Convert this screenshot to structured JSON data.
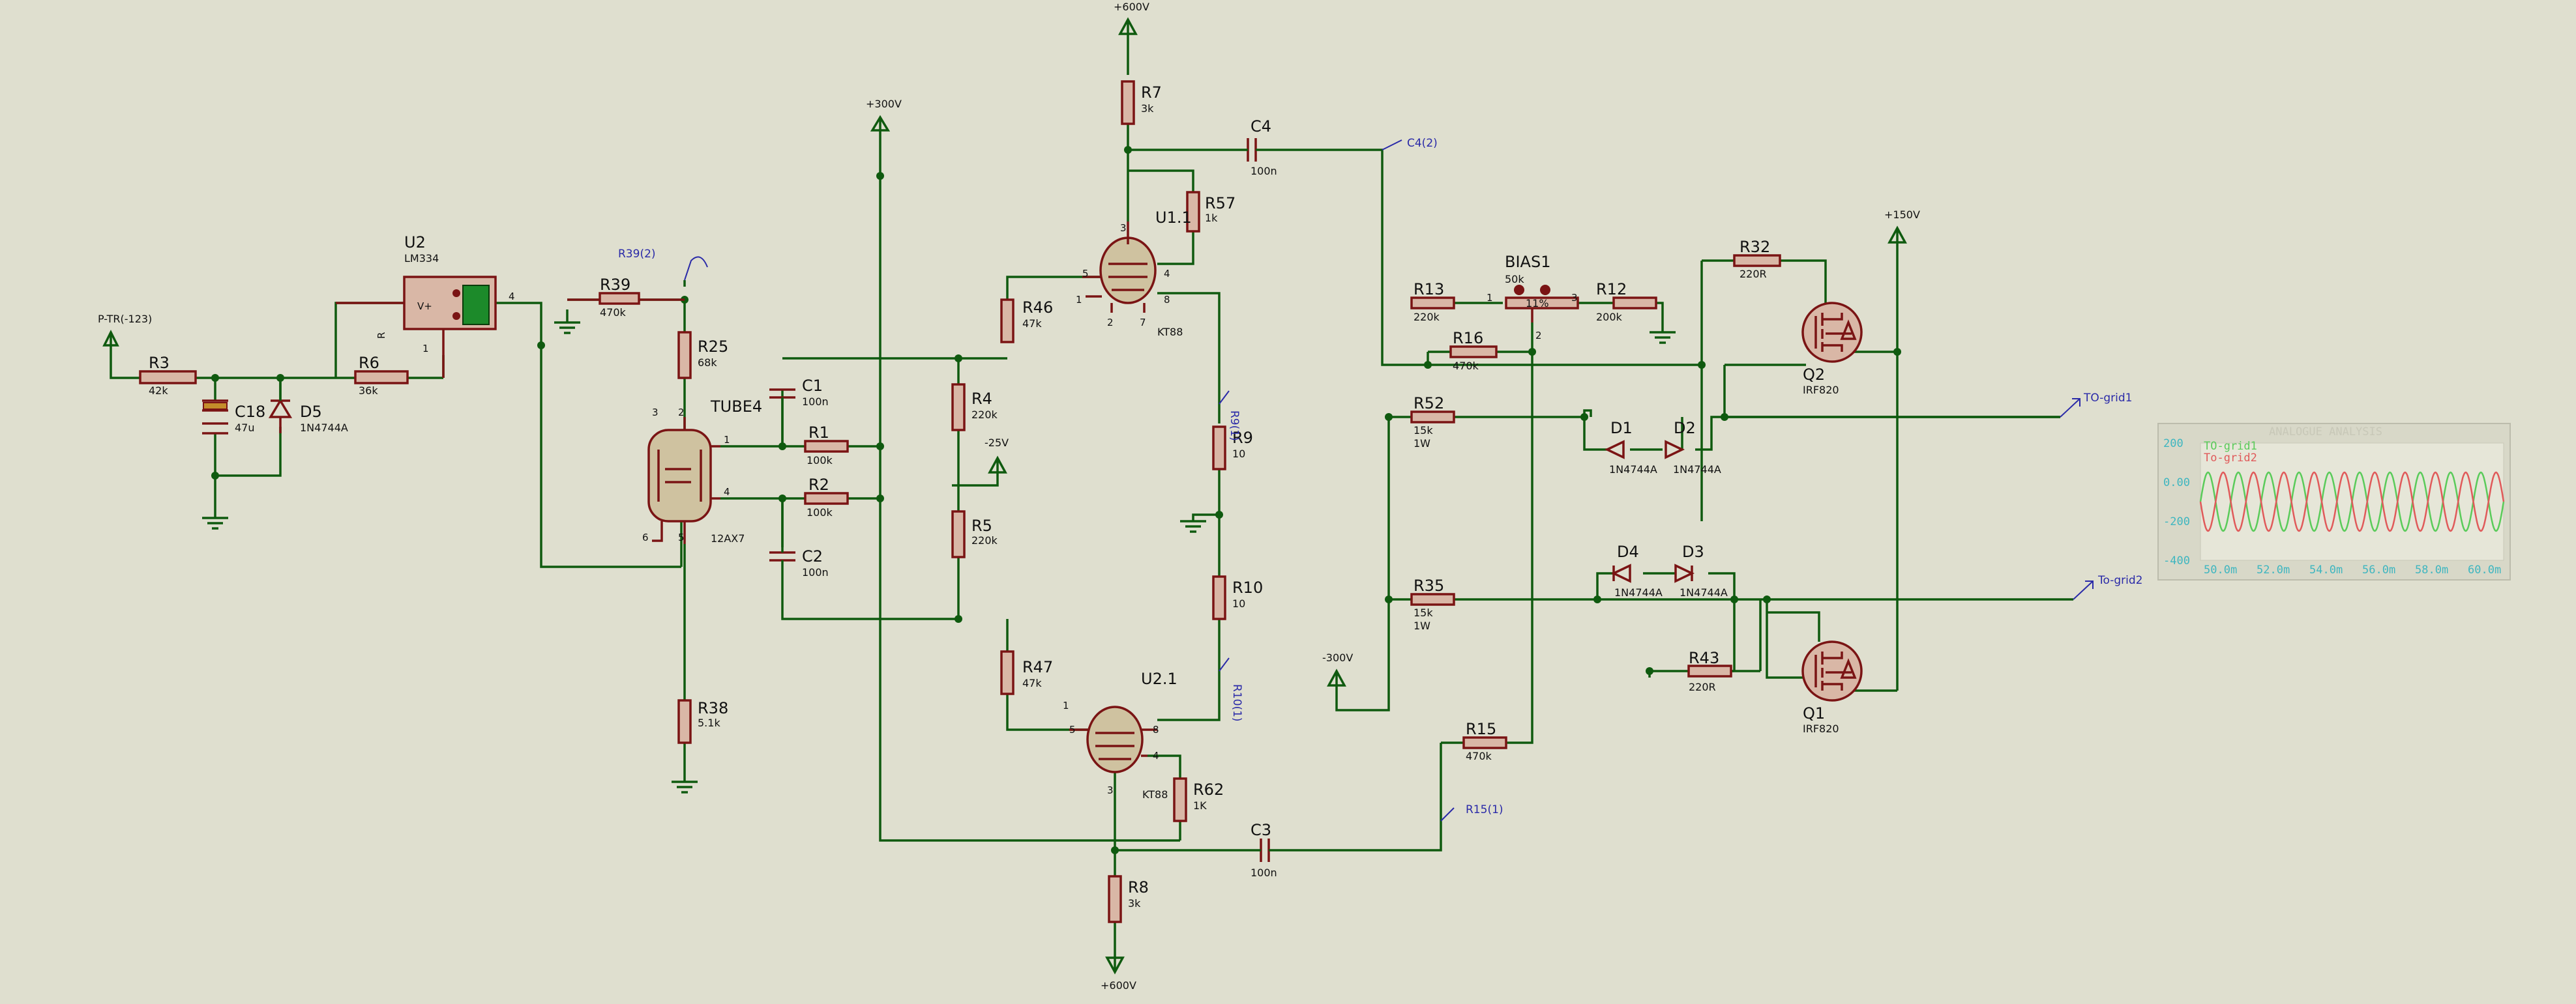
{
  "colors": {
    "background": "#dfdfcf",
    "wire": "#0f5a0f",
    "component": "#7a1414",
    "component_fill": "#d9b7a6",
    "probe": "#2a2aa8",
    "trace1": "#5acb5a",
    "trace2": "#e05a5a",
    "axis_text": "#3fb6c0"
  },
  "components": {
    "R3": {
      "ref": "R3",
      "value": "42k"
    },
    "R6": {
      "ref": "R6",
      "value": "36k"
    },
    "C18": {
      "ref": "C18",
      "value": "47u"
    },
    "D5": {
      "ref": "D5",
      "value": "1N4744A"
    },
    "U2": {
      "ref": "U2",
      "value": "LM334"
    },
    "R39": {
      "ref": "R39",
      "value": "470k"
    },
    "R25": {
      "ref": "R25",
      "value": "68k"
    },
    "R38": {
      "ref": "R38",
      "value": "5.1k"
    },
    "TUBE4": {
      "ref": "TUBE4",
      "value": "12AX7"
    },
    "C1": {
      "ref": "C1",
      "value": "100n"
    },
    "C2": {
      "ref": "C2",
      "value": "100n"
    },
    "R1": {
      "ref": "R1",
      "value": "100k"
    },
    "R2": {
      "ref": "R2",
      "value": "100k"
    },
    "R4": {
      "ref": "R4",
      "value": "220k"
    },
    "R5": {
      "ref": "R5",
      "value": "220k"
    },
    "R46": {
      "ref": "R46",
      "value": "47k"
    },
    "R47": {
      "ref": "R47",
      "value": "47k"
    },
    "R7": {
      "ref": "R7",
      "value": "3k"
    },
    "R8": {
      "ref": "R8",
      "value": "3k"
    },
    "R57": {
      "ref": "R57",
      "value": "1k"
    },
    "R62": {
      "ref": "R62",
      "value": "1K"
    },
    "R9": {
      "ref": "R9",
      "value": "10"
    },
    "R10": {
      "ref": "R10",
      "value": "10"
    },
    "U1": {
      "ref": "U1.1",
      "value": "KT88"
    },
    "U2b": {
      "ref": "U2.1",
      "value": "KT88"
    },
    "C4": {
      "ref": "C4",
      "value": "100n"
    },
    "C3": {
      "ref": "C3",
      "value": "100n"
    },
    "R13": {
      "ref": "R13",
      "value": "220k"
    },
    "R16": {
      "ref": "R16",
      "value": "470k"
    },
    "BIAS1": {
      "ref": "BIAS1",
      "value": "50k",
      "knob": "11%"
    },
    "R12": {
      "ref": "R12",
      "value": "200k"
    },
    "R52": {
      "ref": "R52",
      "value": "15k",
      "power": "1W"
    },
    "R35": {
      "ref": "R35",
      "value": "15k",
      "power": "1W"
    },
    "R15": {
      "ref": "R15",
      "value": "470k"
    },
    "D1": {
      "ref": "D1",
      "value": "1N4744A"
    },
    "D2": {
      "ref": "D2",
      "value": "1N4744A"
    },
    "D3": {
      "ref": "D3",
      "value": "1N4744A"
    },
    "D4": {
      "ref": "D4",
      "value": "1N4744A"
    },
    "R32": {
      "ref": "R32",
      "value": "220R"
    },
    "R43": {
      "ref": "R43",
      "value": "220R"
    },
    "Q1": {
      "ref": "Q1",
      "value": "IRF820"
    },
    "Q2": {
      "ref": "Q2",
      "value": "IRF820"
    }
  },
  "terminals": {
    "ptr": "P-TR(-123)",
    "v600_top": "+600V",
    "v600_bottom": "+600V",
    "v300": "+300V",
    "vm25": "-25V",
    "vm300": "-300V",
    "v150": "+150V"
  },
  "probes": {
    "r39": "R39(2)",
    "c4": "C4(2)",
    "r9": "R9(1)",
    "r10": "R10(1)",
    "r15": "R15(1)",
    "grid1": "TO-grid1",
    "grid2": "To-grid2"
  },
  "pins": {
    "u2_v": "V+",
    "u2_r": "R",
    "u2_out": "4",
    "u2_pin1": "1",
    "tube_p3": "3",
    "tube_p2": "2",
    "tube_p1": "1",
    "tube_p4": "4",
    "tube_p6": "6",
    "tube_p5": "5",
    "u1_p3": "3",
    "u1_p5": "5",
    "u1_p1": "1",
    "u1_p4": "4",
    "u1_p8": "8",
    "u1_p2": "2",
    "u1_p7": "7",
    "u2b_p1": "1",
    "u2b_p5": "5",
    "u2b_p8": "8",
    "u2b_p4": "4",
    "u2b_p3": "3",
    "bias_p1": "1",
    "bias_p3": "3",
    "bias_p2": "2"
  },
  "graph": {
    "title": "ANALOGUE ANALYSIS",
    "series": [
      {
        "name": "TO-grid1",
        "color": "#5acb5a",
        "phase": 0
      },
      {
        "name": "To-grid2",
        "color": "#e05a5a",
        "phase": 3.14159
      }
    ],
    "y_ticks": [
      "200",
      "0.00",
      "-200",
      "-400"
    ],
    "x_ticks": [
      "50.0m",
      "52.0m",
      "54.0m",
      "56.0m",
      "58.0m",
      "60.0m"
    ],
    "y_range": [
      -400,
      200
    ],
    "amplitude": 150,
    "cycles": 10
  }
}
